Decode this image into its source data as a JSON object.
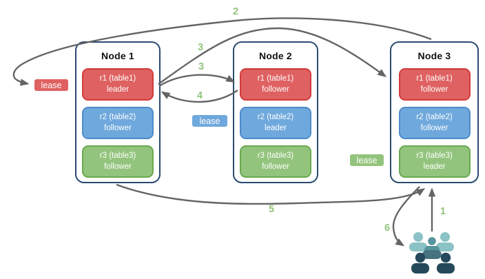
{
  "nodes": [
    {
      "title": "Node 1",
      "replicas": [
        {
          "name": "r1 (table1)",
          "role": "leader",
          "color": "red"
        },
        {
          "name": "r2 (table2)",
          "role": "follower",
          "color": "blue"
        },
        {
          "name": "r3 (table3)",
          "role": "follower",
          "color": "green"
        }
      ]
    },
    {
      "title": "Node 2",
      "replicas": [
        {
          "name": "r1 (table1)",
          "role": "follower",
          "color": "red"
        },
        {
          "name": "r2 (table2)",
          "role": "leader",
          "color": "blue"
        },
        {
          "name": "r3 (table3)",
          "role": "follower",
          "color": "green"
        }
      ]
    },
    {
      "title": "Node 3",
      "replicas": [
        {
          "name": "r1 (table1)",
          "role": "follower",
          "color": "red"
        },
        {
          "name": "r2 (table2)",
          "role": "follower",
          "color": "blue"
        },
        {
          "name": "r3 (table3)",
          "role": "leader",
          "color": "green"
        }
      ]
    }
  ],
  "leases": [
    {
      "label": "lease",
      "color": "red"
    },
    {
      "label": "lease",
      "color": "blue"
    },
    {
      "label": "lease",
      "color": "green"
    }
  ],
  "step_labels": [
    "1",
    "2",
    "3",
    "3",
    "4",
    "5",
    "6"
  ],
  "icons": {
    "clients": "people-group-icon"
  },
  "colors": {
    "red_fill": "#df6161",
    "red_border": "#d23b3b",
    "blue_fill": "#6fa8dc",
    "blue_border": "#4d8bc9",
    "green_fill": "#93c47d",
    "green_border": "#69a84f",
    "node_border": "#2a4a70",
    "arrow": "#646464",
    "step_number": "#94c47d",
    "people_light": "#8bc2c5",
    "people_mid": "#57939c",
    "people_slate": "#47727f",
    "people_dark": "#25495b"
  }
}
